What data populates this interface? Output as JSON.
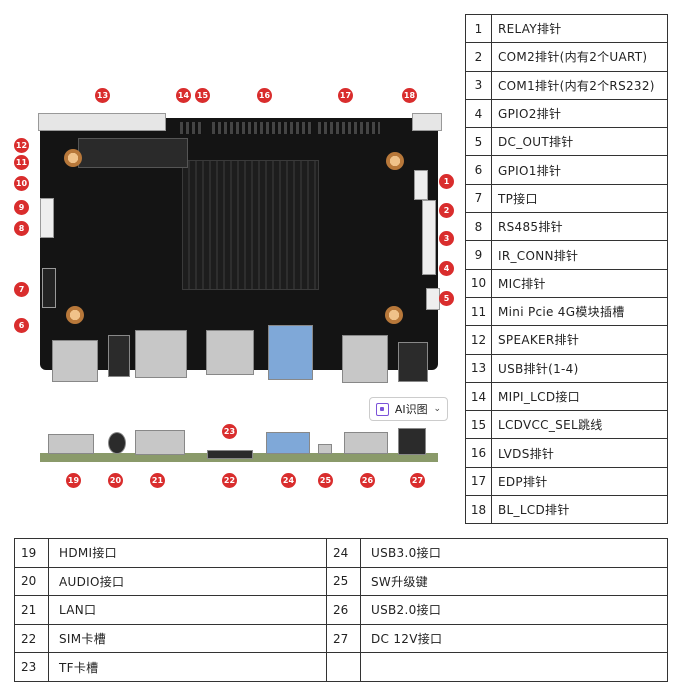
{
  "right_table": [
    {
      "num": "1",
      "label": "RELAY排针"
    },
    {
      "num": "2",
      "label": "COM2排针(内有2个UART)"
    },
    {
      "num": "3",
      "label": "COM1排针(内有2个RS232)"
    },
    {
      "num": "4",
      "label": "GPIO2排针"
    },
    {
      "num": "5",
      "label": "DC_OUT排针"
    },
    {
      "num": "6",
      "label": "GPIO1排针"
    },
    {
      "num": "7",
      "label": "TP接口"
    },
    {
      "num": "8",
      "label": "RS485排针"
    },
    {
      "num": "9",
      "label": "IR_CONN排针"
    },
    {
      "num": "10",
      "label": "MIC排针"
    },
    {
      "num": "11",
      "label": "Mini Pcie 4G模块插槽"
    },
    {
      "num": "12",
      "label": "SPEAKER排针"
    },
    {
      "num": "13",
      "label": "USB排针(1-4)"
    },
    {
      "num": "14",
      "label": "MIPI_LCD接口"
    },
    {
      "num": "15",
      "label": "LCDVCC_SEL跳线"
    },
    {
      "num": "16",
      "label": "LVDS排针"
    },
    {
      "num": "17",
      "label": "EDP排针"
    },
    {
      "num": "18",
      "label": "BL_LCD排针"
    }
  ],
  "bottom_table": [
    {
      "l_num": "19",
      "l_label": "HDMI接口",
      "r_num": "24",
      "r_label": "USB3.0接口"
    },
    {
      "l_num": "20",
      "l_label": "AUDIO接口",
      "r_num": "25",
      "r_label": "SW升级键"
    },
    {
      "l_num": "21",
      "l_label": "LAN口",
      "r_num": "26",
      "r_label": "USB2.0接口"
    },
    {
      "l_num": "22",
      "l_label": "SIM卡槽",
      "r_num": "27",
      "r_label": "DC 12V接口"
    },
    {
      "l_num": "23",
      "l_label": "TF卡槽",
      "r_num": "",
      "r_label": ""
    }
  ],
  "ai_button": {
    "label": "AI识图",
    "icon": "ai-scan-icon",
    "chevron": "chevron-down-icon"
  },
  "callouts": {
    "c1": "1",
    "c2": "2",
    "c3": "3",
    "c4": "4",
    "c5": "5",
    "c6": "6",
    "c7": "7",
    "c8": "8",
    "c9": "9",
    "c10": "10",
    "c11": "11",
    "c12": "12",
    "c13": "13",
    "c14": "14",
    "c15": "15",
    "c16": "16",
    "c17": "17",
    "c18": "18",
    "c19": "19",
    "c20": "20",
    "c21": "21",
    "c22": "22",
    "c23": "23",
    "c24": "24",
    "c25": "25",
    "c26": "26",
    "c27": "27"
  },
  "colors": {
    "callout": "#d92d2d",
    "pcb": "#141414",
    "usb3": "#7fa8d8"
  }
}
